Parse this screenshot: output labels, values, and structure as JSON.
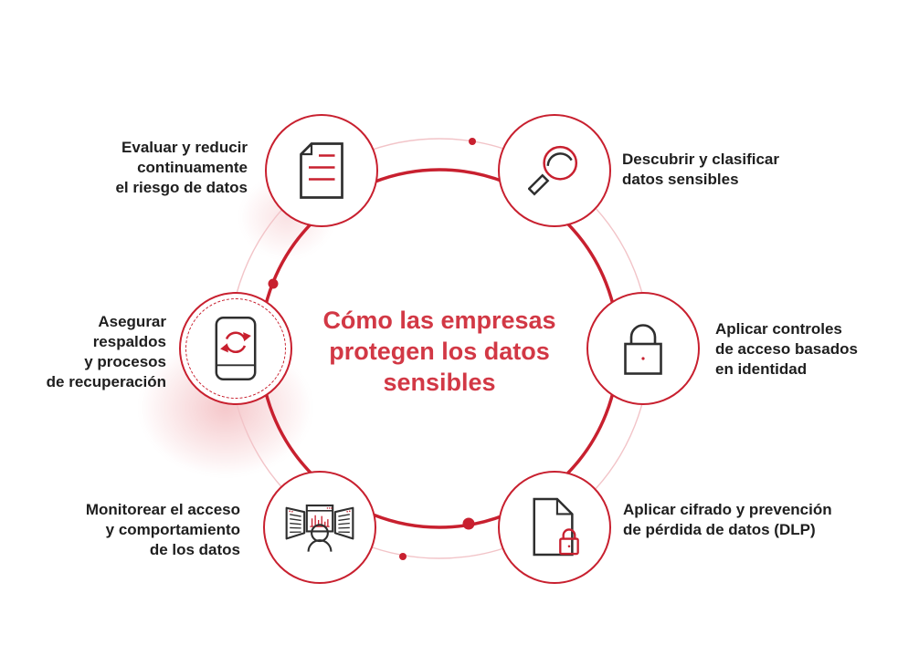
{
  "center": {
    "lines": [
      "Cómo las empresas",
      "protegen los datos",
      "sensibles"
    ],
    "text": "Cómo las empresas protegen los datos sensibles"
  },
  "nodes": [
    {
      "id": "discover-classify",
      "icon": "magnifier-icon",
      "position": "top-right",
      "lines": [
        "Descubrir y clasificar",
        "datos sensibles"
      ]
    },
    {
      "id": "access-identity",
      "icon": "padlock-icon",
      "position": "right",
      "lines": [
        "Aplicar controles",
        "de acceso basados",
        "en identidad"
      ]
    },
    {
      "id": "encryption-dlp",
      "icon": "document-lock-icon",
      "position": "bottom-right",
      "lines": [
        "Aplicar cifrado y prevención",
        "de pérdida de datos (DLP)"
      ]
    },
    {
      "id": "monitor-access",
      "icon": "monitors-person-icon",
      "position": "bottom-left",
      "lines": [
        "Monitorear el acceso",
        "y comportamiento",
        "de los datos"
      ]
    },
    {
      "id": "backups-recovery",
      "icon": "backup-refresh-icon",
      "position": "left",
      "lines": [
        "Asegurar",
        "respaldos",
        "y procesos",
        "de recuperación"
      ]
    },
    {
      "id": "assess-risk",
      "icon": "document-lines-icon",
      "position": "top-left",
      "lines": [
        "Evaluar y reducir",
        "continuamente",
        "el riesgo de datos"
      ]
    }
  ],
  "colors": {
    "accent_red": "#c8202f",
    "title_red": "#d23845",
    "ring_light_pink": "#f2c4c8",
    "label_text": "#1e1e1e",
    "icon_outline": "#2f2f2f",
    "background": "#ffffff"
  }
}
